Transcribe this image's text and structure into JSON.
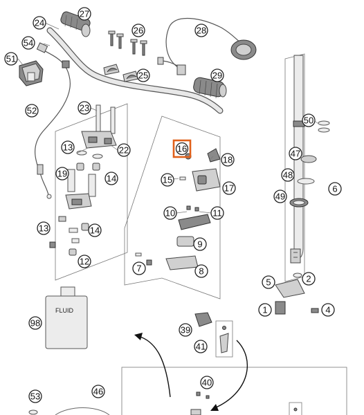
{
  "highlight_color": "#e0601a",
  "highlighted_label": "16",
  "fluid_bottle_text": "FLUID",
  "callouts": {
    "c1": "1",
    "c2": "2",
    "c4": "4",
    "c5": "5",
    "c6": "6",
    "c7": "7",
    "c8": "8",
    "c9": "9",
    "c10": "10",
    "c11": "11",
    "c12": "12",
    "c13a": "13",
    "c13b": "13",
    "c14a": "14",
    "c14b": "14",
    "c15": "15",
    "c16": "16",
    "c17": "17",
    "c18": "18",
    "c19": "19",
    "c22": "22",
    "c23": "23",
    "c24": "24",
    "c25": "25",
    "c26": "26",
    "c27": "27",
    "c28": "28",
    "c29": "29",
    "c39": "39",
    "c40": "40",
    "c41": "41",
    "c46": "46",
    "c47": "47",
    "c48": "48",
    "c49": "49",
    "c50": "50",
    "c51": "51",
    "c52": "52",
    "c53": "53",
    "c54": "54",
    "c98": "98"
  }
}
